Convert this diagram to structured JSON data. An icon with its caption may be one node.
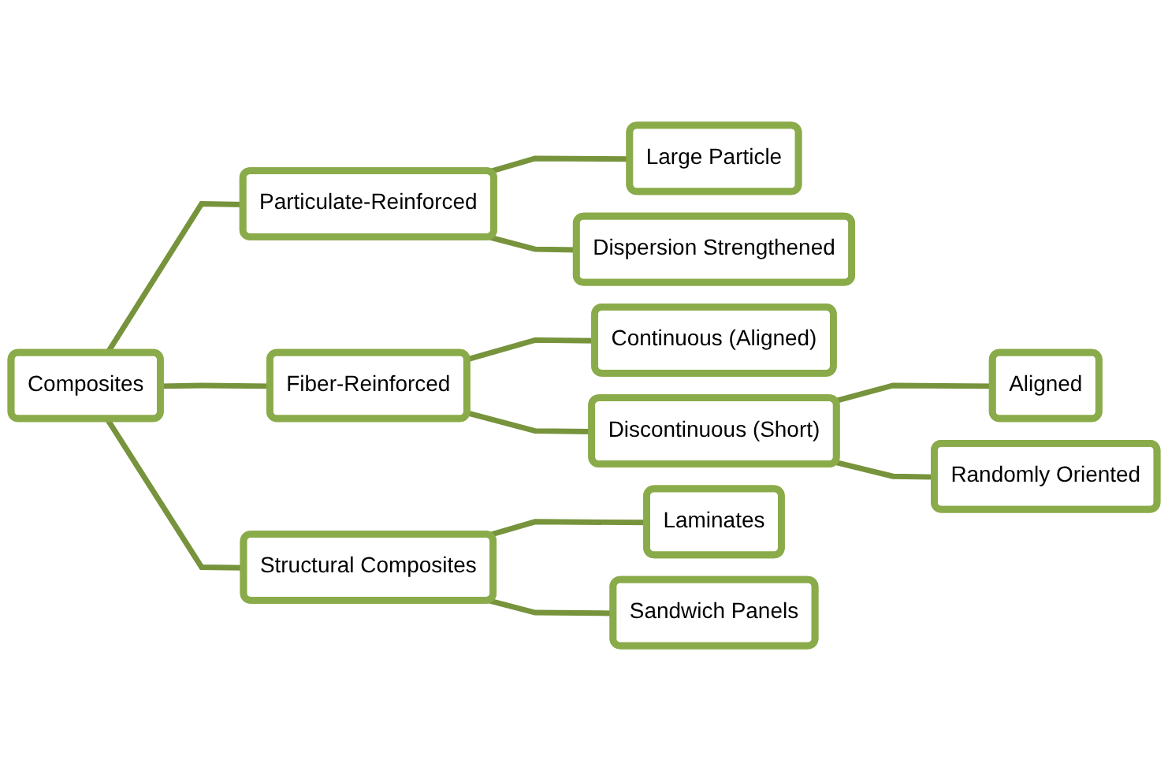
{
  "diagram": {
    "nodes": [
      {
        "text": [
          "Composites"
        ]
      },
      {
        "text": [
          "Particulate-Reinforced"
        ]
      },
      {
        "text": [
          "Large Particle"
        ]
      },
      {
        "text": [
          "Dispersion Strengthened"
        ]
      },
      {
        "text": [
          "Fiber-Reinforced"
        ]
      },
      {
        "text": [
          "Continuous (Aligned)"
        ]
      },
      {
        "text": [
          "Discontinuous (Short)"
        ]
      },
      {
        "text": [
          "Aligned"
        ]
      },
      {
        "text": [
          "Randomly Oriented"
        ]
      },
      {
        "text": [
          "Structural Composites"
        ]
      },
      {
        "text": [
          "Laminates"
        ]
      },
      {
        "text": [
          "Sandwich Panels"
        ]
      }
    ],
    "edges": [
      {
        "from": 0,
        "to": 1,
        "arrow": "none"
      },
      {
        "from": 1,
        "to": 2,
        "arrow": "none"
      },
      {
        "from": 1,
        "to": 3,
        "arrow": "none"
      },
      {
        "from": 0,
        "to": 4,
        "arrow": "none"
      },
      {
        "from": 4,
        "to": 5,
        "arrow": "none"
      },
      {
        "from": 4,
        "to": 6,
        "arrow": "none"
      },
      {
        "from": 6,
        "to": 7,
        "arrow": "none"
      },
      {
        "from": 6,
        "to": 8,
        "arrow": "none"
      },
      {
        "from": 0,
        "to": 9,
        "arrow": "none"
      },
      {
        "from": 9,
        "to": 10,
        "arrow": "none"
      },
      {
        "from": 9,
        "to": 11,
        "arrow": "none"
      }
    ]
  }
}
